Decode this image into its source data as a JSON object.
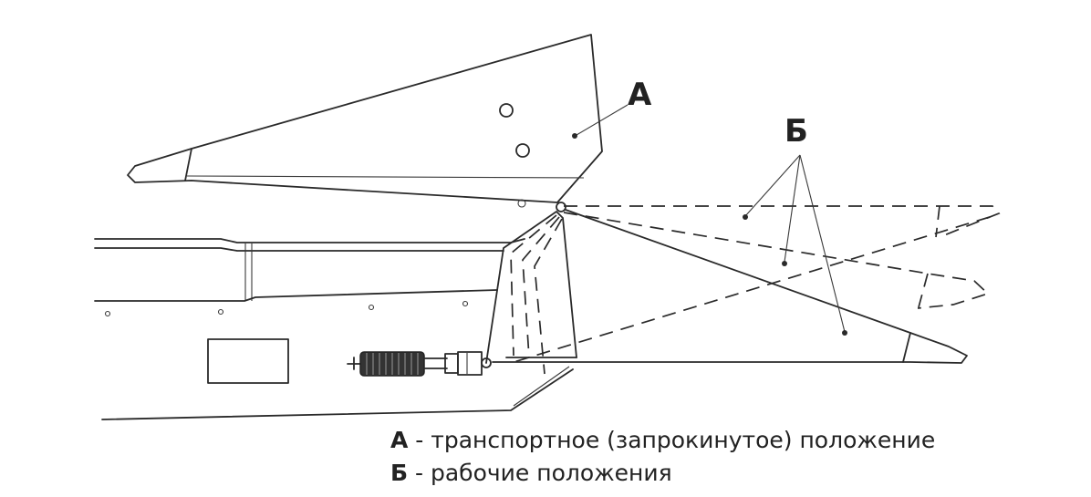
{
  "labels": {
    "a": "А",
    "b": "Б"
  },
  "legend": [
    {
      "key": "А",
      "text": " - транспортное (запрокинутое) положение"
    },
    {
      "key": "Б",
      "text": " - рабочие положения"
    }
  ]
}
